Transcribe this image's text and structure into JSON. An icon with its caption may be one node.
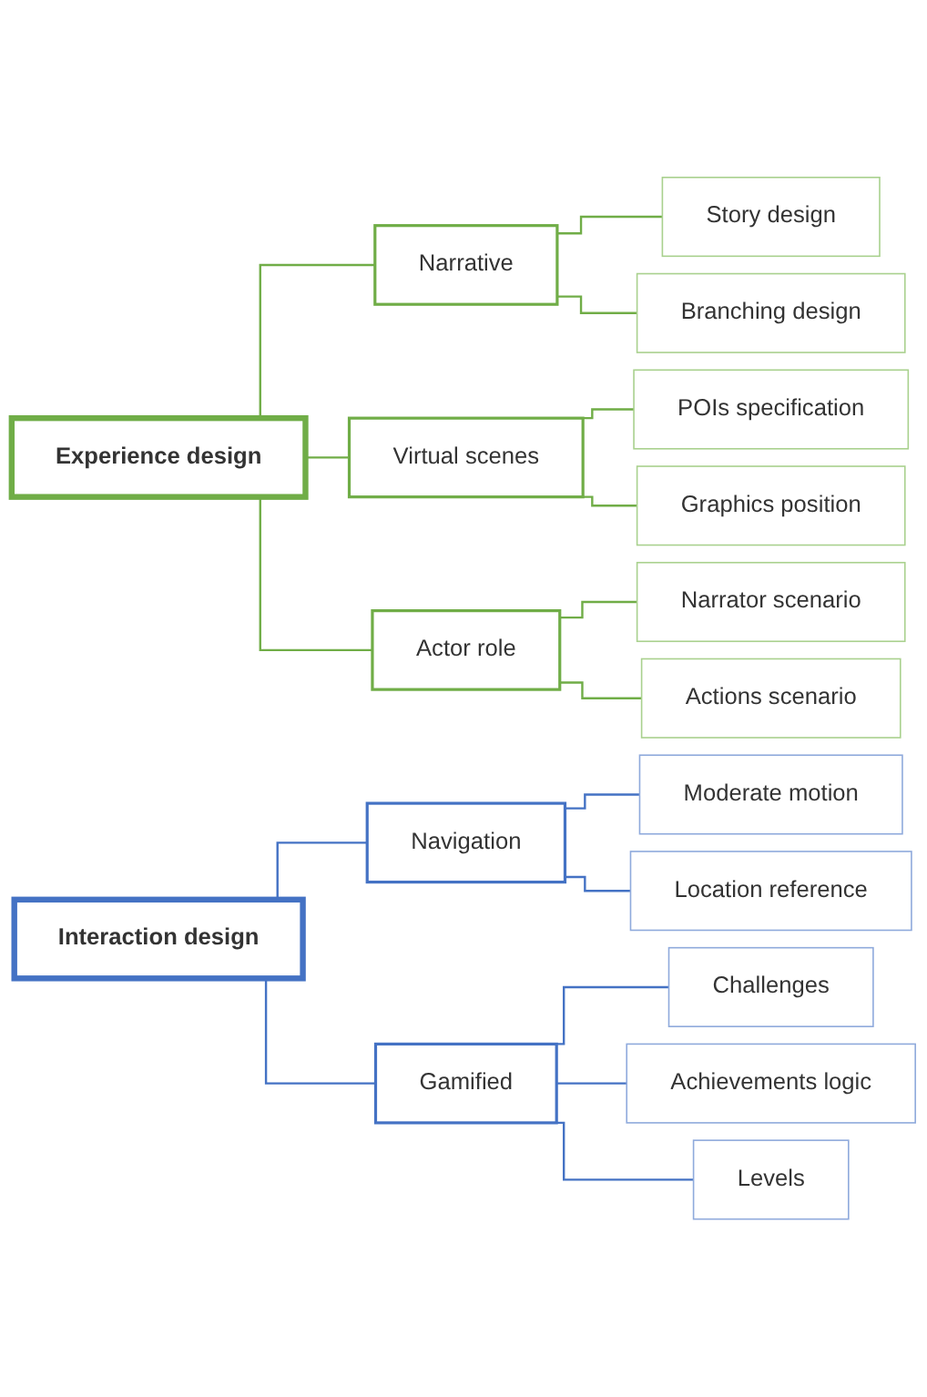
{
  "diagram": {
    "nodes": [
      {
        "text": [
          "Experience design"
        ]
      },
      {
        "text": [
          "Narrative"
        ]
      },
      {
        "text": [
          "Story design"
        ]
      },
      {
        "text": [
          "Branching design"
        ]
      },
      {
        "text": [
          "Virtual scenes"
        ]
      },
      {
        "text": [
          "POIs specification"
        ]
      },
      {
        "text": [
          "Graphics position"
        ]
      },
      {
        "text": [
          "Actor role"
        ]
      },
      {
        "text": [
          "Narrator scenario"
        ]
      },
      {
        "text": [
          "Actions scenario"
        ]
      },
      {
        "text": [
          "Interaction design"
        ]
      },
      {
        "text": [
          "Navigation"
        ]
      },
      {
        "text": [
          "Moderate motion"
        ]
      },
      {
        "text": [
          "Location reference"
        ]
      },
      {
        "text": [
          "Gamified"
        ]
      },
      {
        "text": [
          "Challenges"
        ]
      },
      {
        "text": [
          "Achievements logic"
        ]
      },
      {
        "text": [
          "Levels"
        ]
      }
    ],
    "edges": [
      {
        "from": 0,
        "to": 1,
        "arrow": "none"
      },
      {
        "from": 1,
        "to": 2,
        "arrow": "none"
      },
      {
        "from": 1,
        "to": 3,
        "arrow": "none"
      },
      {
        "from": 0,
        "to": 4,
        "arrow": "none"
      },
      {
        "from": 4,
        "to": 5,
        "arrow": "none"
      },
      {
        "from": 4,
        "to": 6,
        "arrow": "none"
      },
      {
        "from": 0,
        "to": 7,
        "arrow": "none"
      },
      {
        "from": 7,
        "to": 8,
        "arrow": "none"
      },
      {
        "from": 7,
        "to": 9,
        "arrow": "none"
      },
      {
        "from": 10,
        "to": 11,
        "arrow": "none",
        "color": "#4472c4"
      },
      {
        "from": 11,
        "to": 12,
        "arrow": "none",
        "color": "#4472c4"
      },
      {
        "from": 11,
        "to": 13,
        "arrow": "none",
        "color": "#4472c4"
      },
      {
        "from": 10,
        "to": 14,
        "arrow": "none",
        "color": "#4472c4"
      },
      {
        "from": 14,
        "to": 15,
        "arrow": "none",
        "color": "#4472c4"
      },
      {
        "from": 14,
        "to": 16,
        "arrow": "none",
        "color": "#4472c4"
      },
      {
        "from": 14,
        "to": 17,
        "arrow": "none",
        "color": "#4472c4"
      }
    ]
  }
}
